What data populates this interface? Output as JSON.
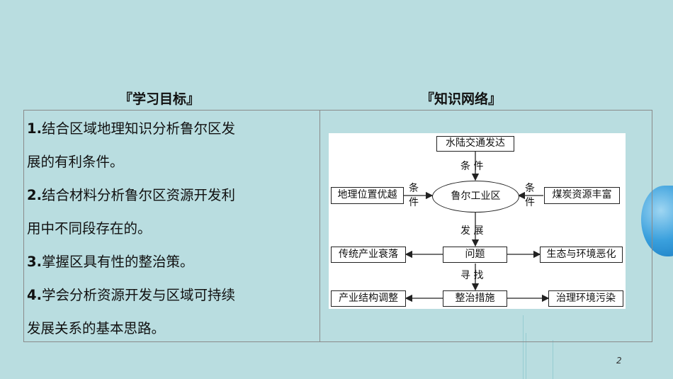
{
  "headings": {
    "left": "『学习目标』",
    "right": "『知识网络』"
  },
  "objectives": [
    {
      "num": "1.",
      "line1": "结合区域地理知识分析鲁尔区发",
      "line2": "展的有利条件。"
    },
    {
      "num": "2.",
      "line1": "结合材料分析鲁尔区资源开发利",
      "line2": "用中不同段存在的。"
    },
    {
      "num": "3.",
      "line1": "掌握区具有性的整治策。",
      "line2": ""
    },
    {
      "num": "4.",
      "line1": "学会分析资源开发与区域可持续",
      "line2": "发展关系的基本思路。"
    }
  ],
  "diagram": {
    "top_box": "水陆交通发达",
    "left_box": "地理位置优越",
    "right_box": "煤炭资源丰富",
    "center": "鲁尔工业区",
    "label_condition_top": "条 件",
    "label_condition_left": "条件",
    "label_condition_right": "条件",
    "label_develop": "发 展",
    "problem": "问题",
    "label_seek": "寻 找",
    "decline": "传统产业衰落",
    "eco": "生态与环境恶化",
    "measures": "整治措施",
    "restructure": "产业结构调整",
    "pollution": "治理环境污染"
  },
  "page_number": "2"
}
